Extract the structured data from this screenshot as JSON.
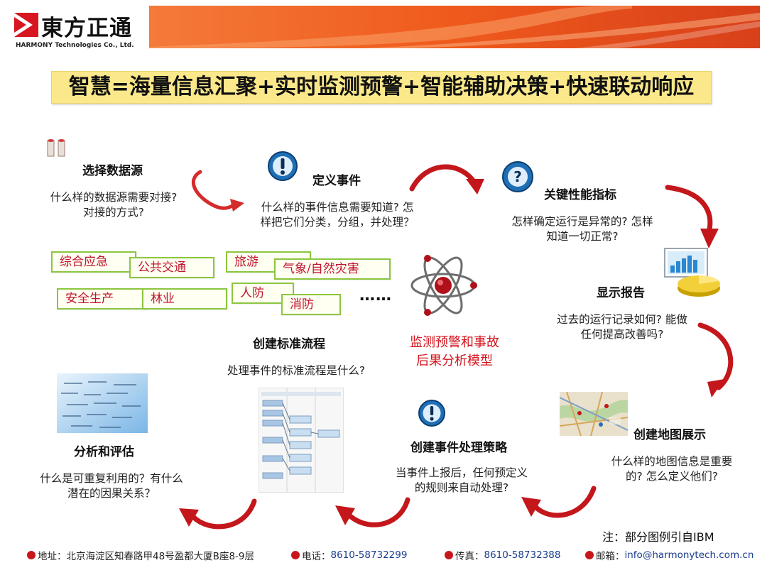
{
  "header": {
    "company_cn": "東方正通",
    "company_en": "HARMONY Technologies Co., Ltd."
  },
  "title": "智慧=海量信息汇聚+实时监测预警+智能辅助决策+快速联动响应",
  "steps": {
    "select_source": {
      "heading": "选择数据源",
      "question_l1": "什么样的数据源需要对接?",
      "question_l2": "对接的方式?"
    },
    "define_event": {
      "heading": "定义事件",
      "question_l1": "什么样的事件信息需要知道? 怎",
      "question_l2": "样把它们分类，分组，并处理？"
    },
    "kpi": {
      "heading": "关键性能指标",
      "question_l1": "怎样确定运行是异常的? 怎样",
      "question_l2": "知道一切正常?"
    },
    "report": {
      "heading": "显示报告",
      "question_l1": "过去的运行记录如何? 能做",
      "question_l2": "任何提高改善吗?"
    },
    "map": {
      "heading": "创建地图展示",
      "question_l1": "什么样的地图信息是重要",
      "question_l2": "的? 怎么定义他们?"
    },
    "strategy": {
      "heading": "创建事件处理策略",
      "question_l1": "当事件上报后，任何预定义",
      "question_l2": "的规则来自动处理?"
    },
    "process": {
      "heading": "创建标准流程",
      "question_l1": "处理事件的标准流程是什么?"
    },
    "analysis": {
      "heading": "分析和评估",
      "question_l1": "什么是可重复利用的？有什么",
      "question_l2": "潜在的因果关系？"
    }
  },
  "tags": [
    "综合应急",
    "公共交通",
    "旅游",
    "气象/自然灾害",
    "安全生产",
    "林业",
    "人防",
    "消防"
  ],
  "ellipsis": "……",
  "model_label_l1": "监测预警和事故",
  "model_label_l2": "后果分析模型",
  "note": "注：部分图例引自IBM",
  "footer": {
    "address_label": "地址：",
    "address": "北京海淀区知春路甲48号盈都大厦B座8-9层",
    "phone_label": "电话：",
    "phone": "8610-58732299",
    "fax_label": "传真：",
    "fax": "8610-58732388",
    "email_label": "邮箱：",
    "email": "info@harmonytech.com.cn"
  },
  "colors": {
    "brand_red": "#c8161d",
    "banner_orange": "#f05a1a",
    "tag_border": "#8cc63f",
    "title_bg": "#fbe88a"
  },
  "icons": [
    "logo-mark",
    "exclamation-icon",
    "question-icon",
    "chart-report-icon",
    "atom-icon",
    "map-image",
    "math-formula-image",
    "flowchart-image",
    "cylinders-icon",
    "curved-arrow"
  ]
}
